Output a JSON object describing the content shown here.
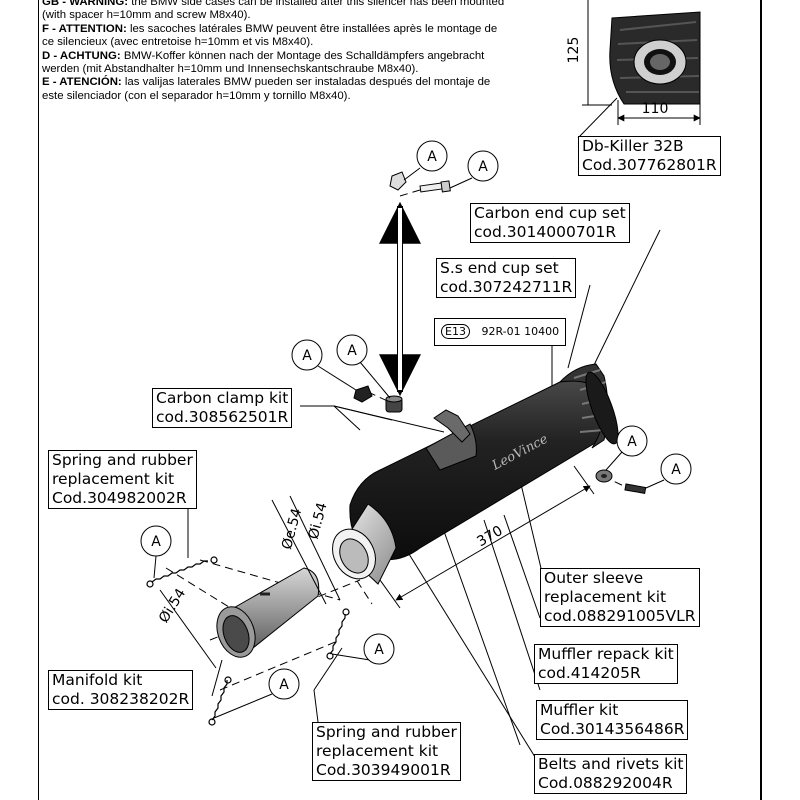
{
  "warnings": [
    {
      "prefix": "GB - WARNING:",
      "text": " the BMW side cases can be installed after this silencer has been mounted (with spacer h=10mm and screw M8x40)."
    },
    {
      "prefix": "F - ATTENTION:",
      "text": " les sacoches latérales BMW peuvent être installées après le montage de ce silencieux (avec entretoise h=10mm et vis M8x40)."
    },
    {
      "prefix": "D - ACHTUNG:",
      "text": " BMW-Koffer können nach der Montage des Schalldämpfers angebracht werden (mit Abstandhalter h=10mm und Innensechskantschraube M8x40)."
    },
    {
      "prefix": "E - ATENCIÓN:",
      "text": " las valijas laterales BMW pueden ser instaladas después del montaje de este silenciador (con el separador h=10mm y tornillo M8x40)."
    }
  ],
  "labels": {
    "db_killer": {
      "line1": "Db-Killer 32B",
      "line2": "Cod.307762801R"
    },
    "carbon_end_cup": {
      "line1": "Carbon end cup set",
      "line2": "cod.3014000701R"
    },
    "ss_end_cup": {
      "line1": "S.s end cup set",
      "line2": "cod.307242711R"
    },
    "homologation": {
      "mark": "E13",
      "code": "92R-01 10400"
    },
    "carbon_clamp": {
      "line1": "Carbon clamp kit",
      "line2": "cod.308562501R"
    },
    "spring_rubber_1": {
      "line1": "Spring and rubber",
      "line2": "replacement kit",
      "line3": "Cod.304982002R"
    },
    "outer_sleeve": {
      "line1": "Outer sleeve",
      "line2": "replacement kit",
      "line3": "cod.088291005VLR"
    },
    "muffler_repack": {
      "line1": "Muffler repack kit",
      "line2": "cod.414205R"
    },
    "muffler": {
      "line1": "Muffler kit",
      "line2": "Cod.3014356486R"
    },
    "belts_rivets": {
      "line1": "Belts and rivets kit",
      "line2": "Cod.088292004R"
    },
    "manifold": {
      "line1": "Manifold kit",
      "line2": "cod. 308238202R"
    },
    "spring_rubber_2": {
      "line1": "Spring and rubber",
      "line2": "replacement kit",
      "line3": "Cod.303949001R"
    }
  },
  "dimensions": {
    "height": "125",
    "width": "110",
    "length": "370",
    "dia_i54_a": "Øi.54",
    "dia_e54": "Øe.54",
    "dia_i54_b": "Øi.54"
  },
  "callout_letter": "A",
  "brand_script": "LeoVince"
}
